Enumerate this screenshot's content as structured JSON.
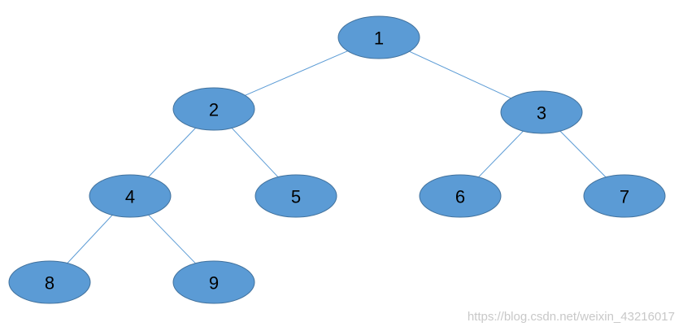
{
  "tree": {
    "nodes": [
      {
        "id": "n1",
        "label": "1"
      },
      {
        "id": "n2",
        "label": "2"
      },
      {
        "id": "n3",
        "label": "3"
      },
      {
        "id": "n4",
        "label": "4"
      },
      {
        "id": "n5",
        "label": "5"
      },
      {
        "id": "n6",
        "label": "6"
      },
      {
        "id": "n7",
        "label": "7"
      },
      {
        "id": "n8",
        "label": "8"
      },
      {
        "id": "n9",
        "label": "9"
      }
    ],
    "edges": [
      {
        "from": "n1",
        "to": "n2"
      },
      {
        "from": "n1",
        "to": "n3"
      },
      {
        "from": "n2",
        "to": "n4"
      },
      {
        "from": "n2",
        "to": "n5"
      },
      {
        "from": "n3",
        "to": "n6"
      },
      {
        "from": "n3",
        "to": "n7"
      },
      {
        "from": "n4",
        "to": "n8"
      },
      {
        "from": "n4",
        "to": "n9"
      }
    ],
    "colors": {
      "node_fill": "#5b9bd5",
      "node_stroke": "#41719c",
      "edge": "#5b9bd5",
      "label": "#000000"
    }
  },
  "watermark": {
    "text": "https://blog.csdn.net/weixin_43216017"
  }
}
